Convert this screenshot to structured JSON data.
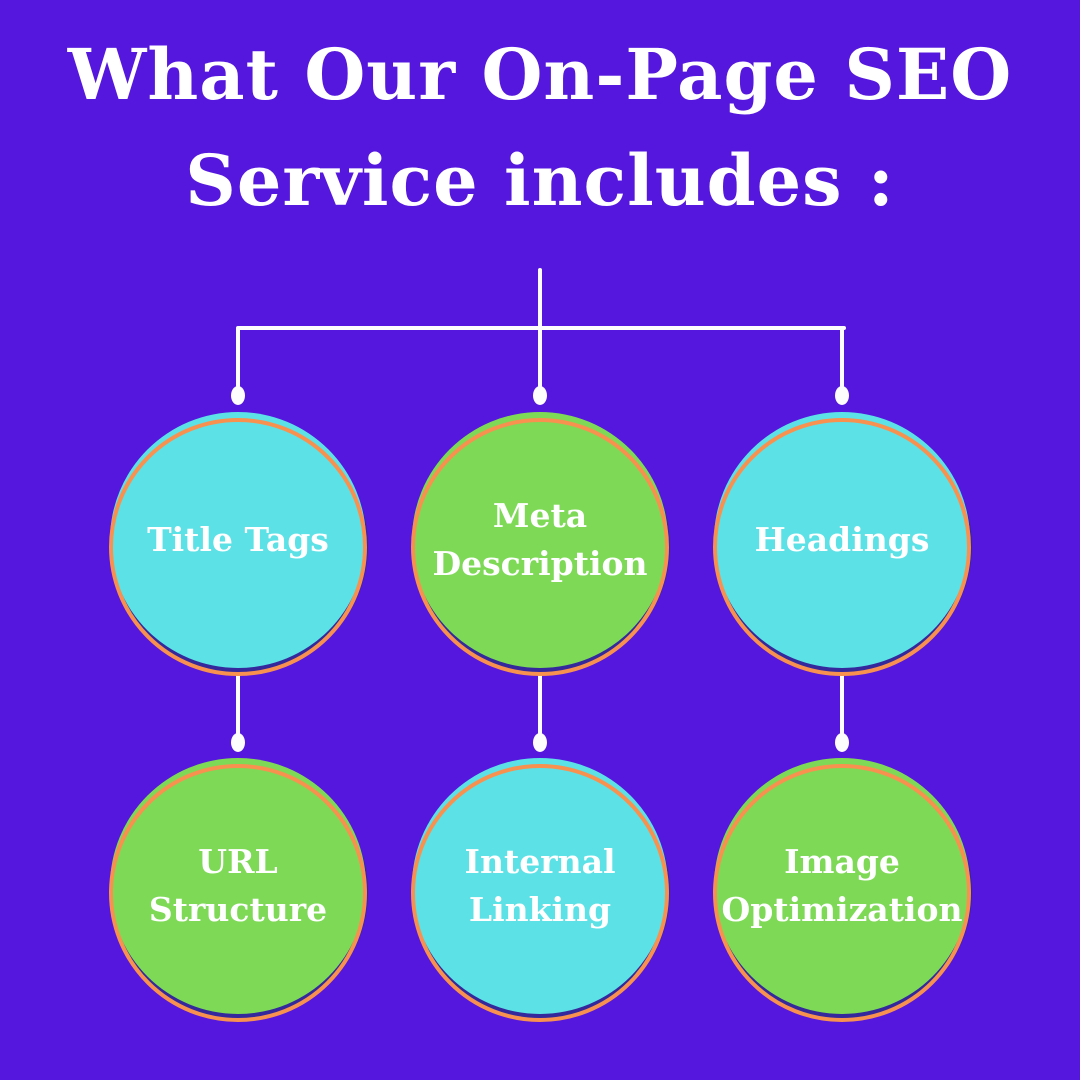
{
  "title": {
    "line1": "What Our On-Page SEO",
    "line2": "Service includes :"
  },
  "nodes": [
    {
      "label": "Title Tags",
      "fill": "#5ce1e6"
    },
    {
      "label": "Meta Description",
      "fill": "#7ed957"
    },
    {
      "label": "Headings",
      "fill": "#5ce1e6"
    },
    {
      "label": "URL Structure",
      "fill": "#7ed957"
    },
    {
      "label": "Internal Linking",
      "fill": "#5ce1e6"
    },
    {
      "label": "Image Optimization",
      "fill": "#7ed957"
    }
  ],
  "colors": {
    "background": "#5517dd",
    "ring": "#f8914f",
    "node_shadow": "#34289c",
    "connector": "#fdfdfd",
    "text": "#ffffff"
  }
}
